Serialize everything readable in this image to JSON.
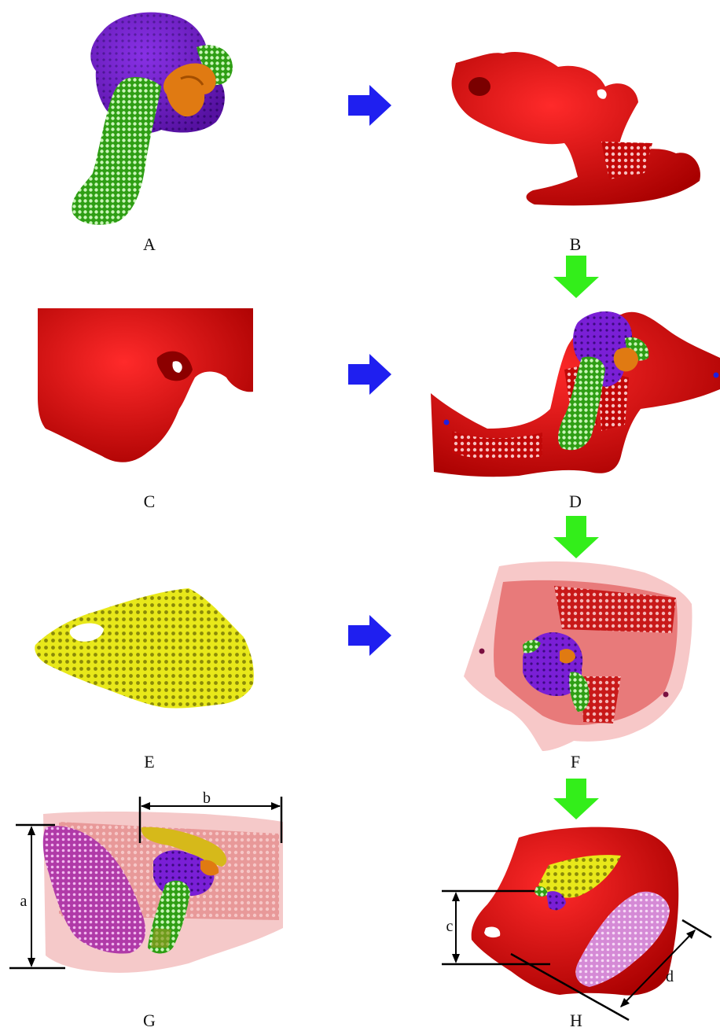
{
  "panels": {
    "A": {
      "label": "A"
    },
    "B": {
      "label": "B"
    },
    "C": {
      "label": "C"
    },
    "D": {
      "label": "D"
    },
    "E": {
      "label": "E"
    },
    "F": {
      "label": "F"
    },
    "G": {
      "label": "G"
    },
    "H": {
      "label": "H"
    }
  },
  "dimensions": {
    "a": "a",
    "b": "b",
    "c": "c",
    "d": "d"
  },
  "colors": {
    "bone_red": "#e01010",
    "bone_dark": "#a80000",
    "prosthesis_purple": "#7a1fd6",
    "lattice_green": "#39c41a",
    "graft_orange": "#e07a12",
    "mesh_yellow": "#e8e81a",
    "transparent_pink": "#f0a0a0",
    "mesh_pink": "#c84fc0",
    "arrow_blue": "#1f1ff0",
    "arrow_green": "#33ee1a"
  }
}
